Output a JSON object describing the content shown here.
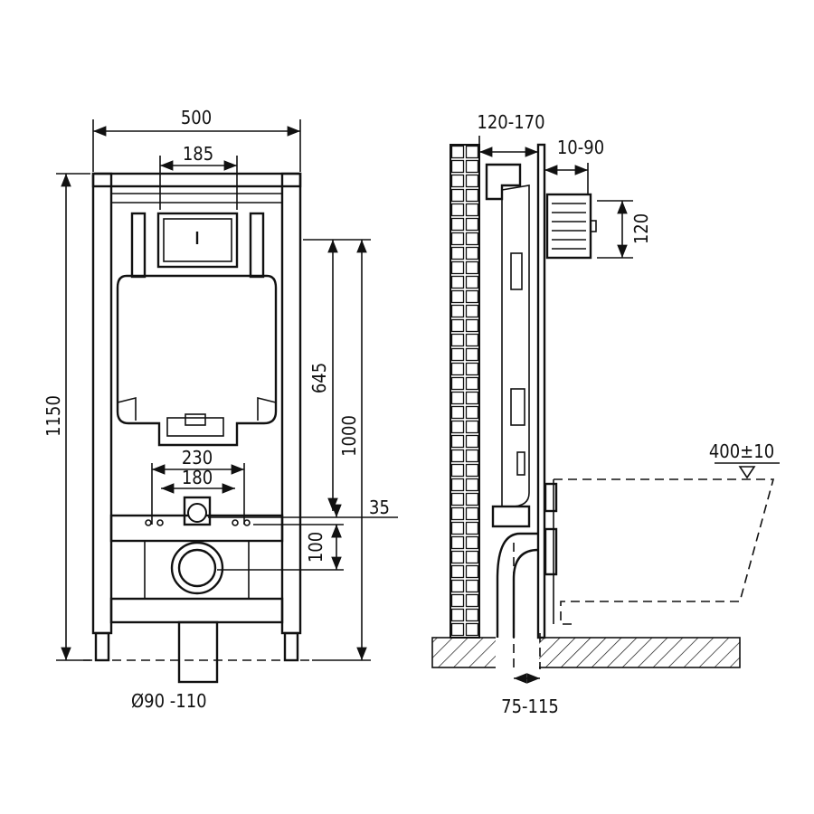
{
  "front_view": {
    "width_total": "500",
    "button_width": "185",
    "height_total": "1150",
    "outlet_height": "645",
    "frame_height": "1000",
    "bolt_spacing_outer": "230",
    "bolt_spacing_inner": "180",
    "outlet_offset": "35",
    "drain_offset": "100",
    "drain_diameter": "Ø90 -110"
  },
  "side_view": {
    "wall_depth": "120-170",
    "button_depth": "10-90",
    "button_height": "120",
    "seat_height": "400±10",
    "drain_distance": "75-115"
  }
}
